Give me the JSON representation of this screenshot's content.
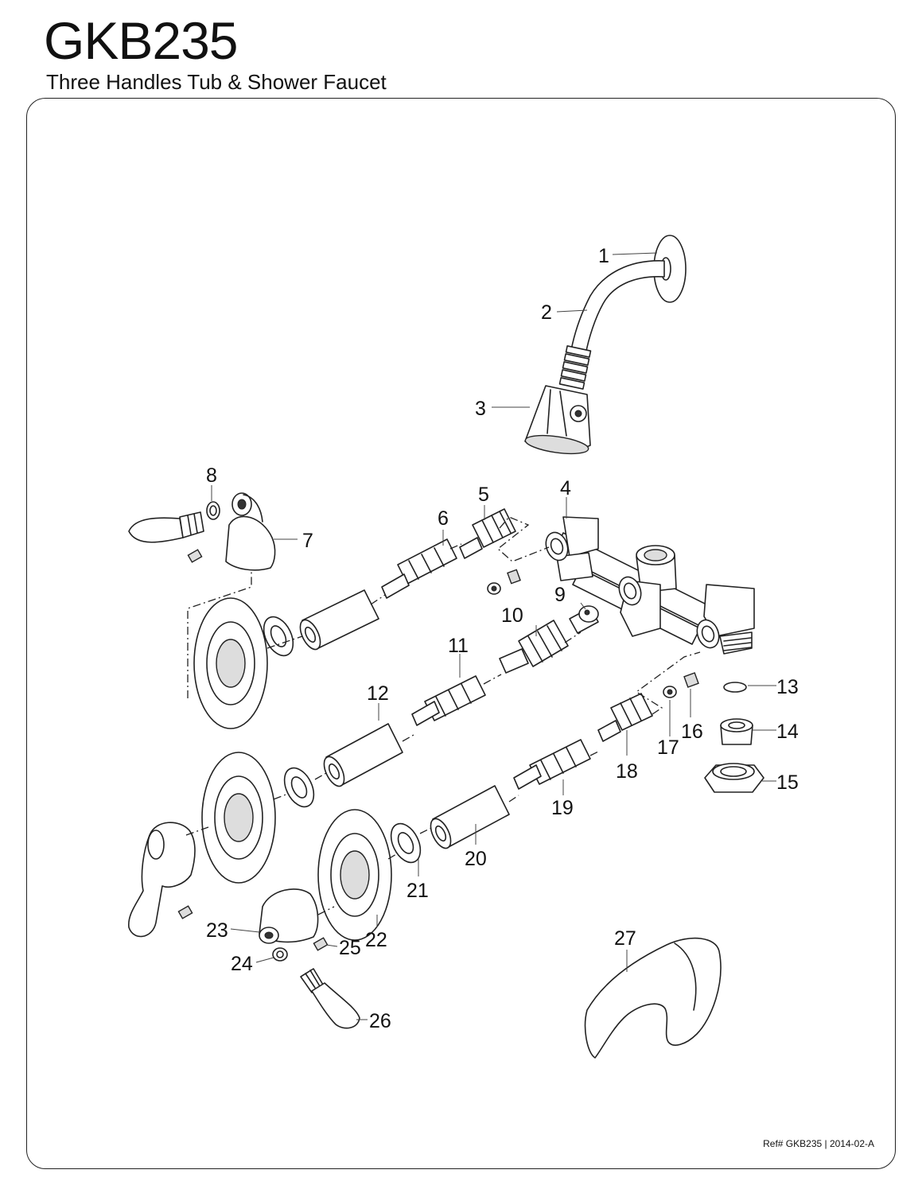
{
  "header": {
    "model": "GKB235",
    "subtitle": "Three Handles Tub & Shower Faucet"
  },
  "footer": {
    "reference": "Ref# GKB235 | 2014-02-A"
  },
  "callouts": [
    "1",
    "2",
    "3",
    "4",
    "5",
    "6",
    "7",
    "8",
    "9",
    "10",
    "11",
    "12",
    "13",
    "14",
    "15",
    "16",
    "17",
    "18",
    "19",
    "20",
    "21",
    "22",
    "23",
    "24",
    "25",
    "26",
    "27"
  ]
}
